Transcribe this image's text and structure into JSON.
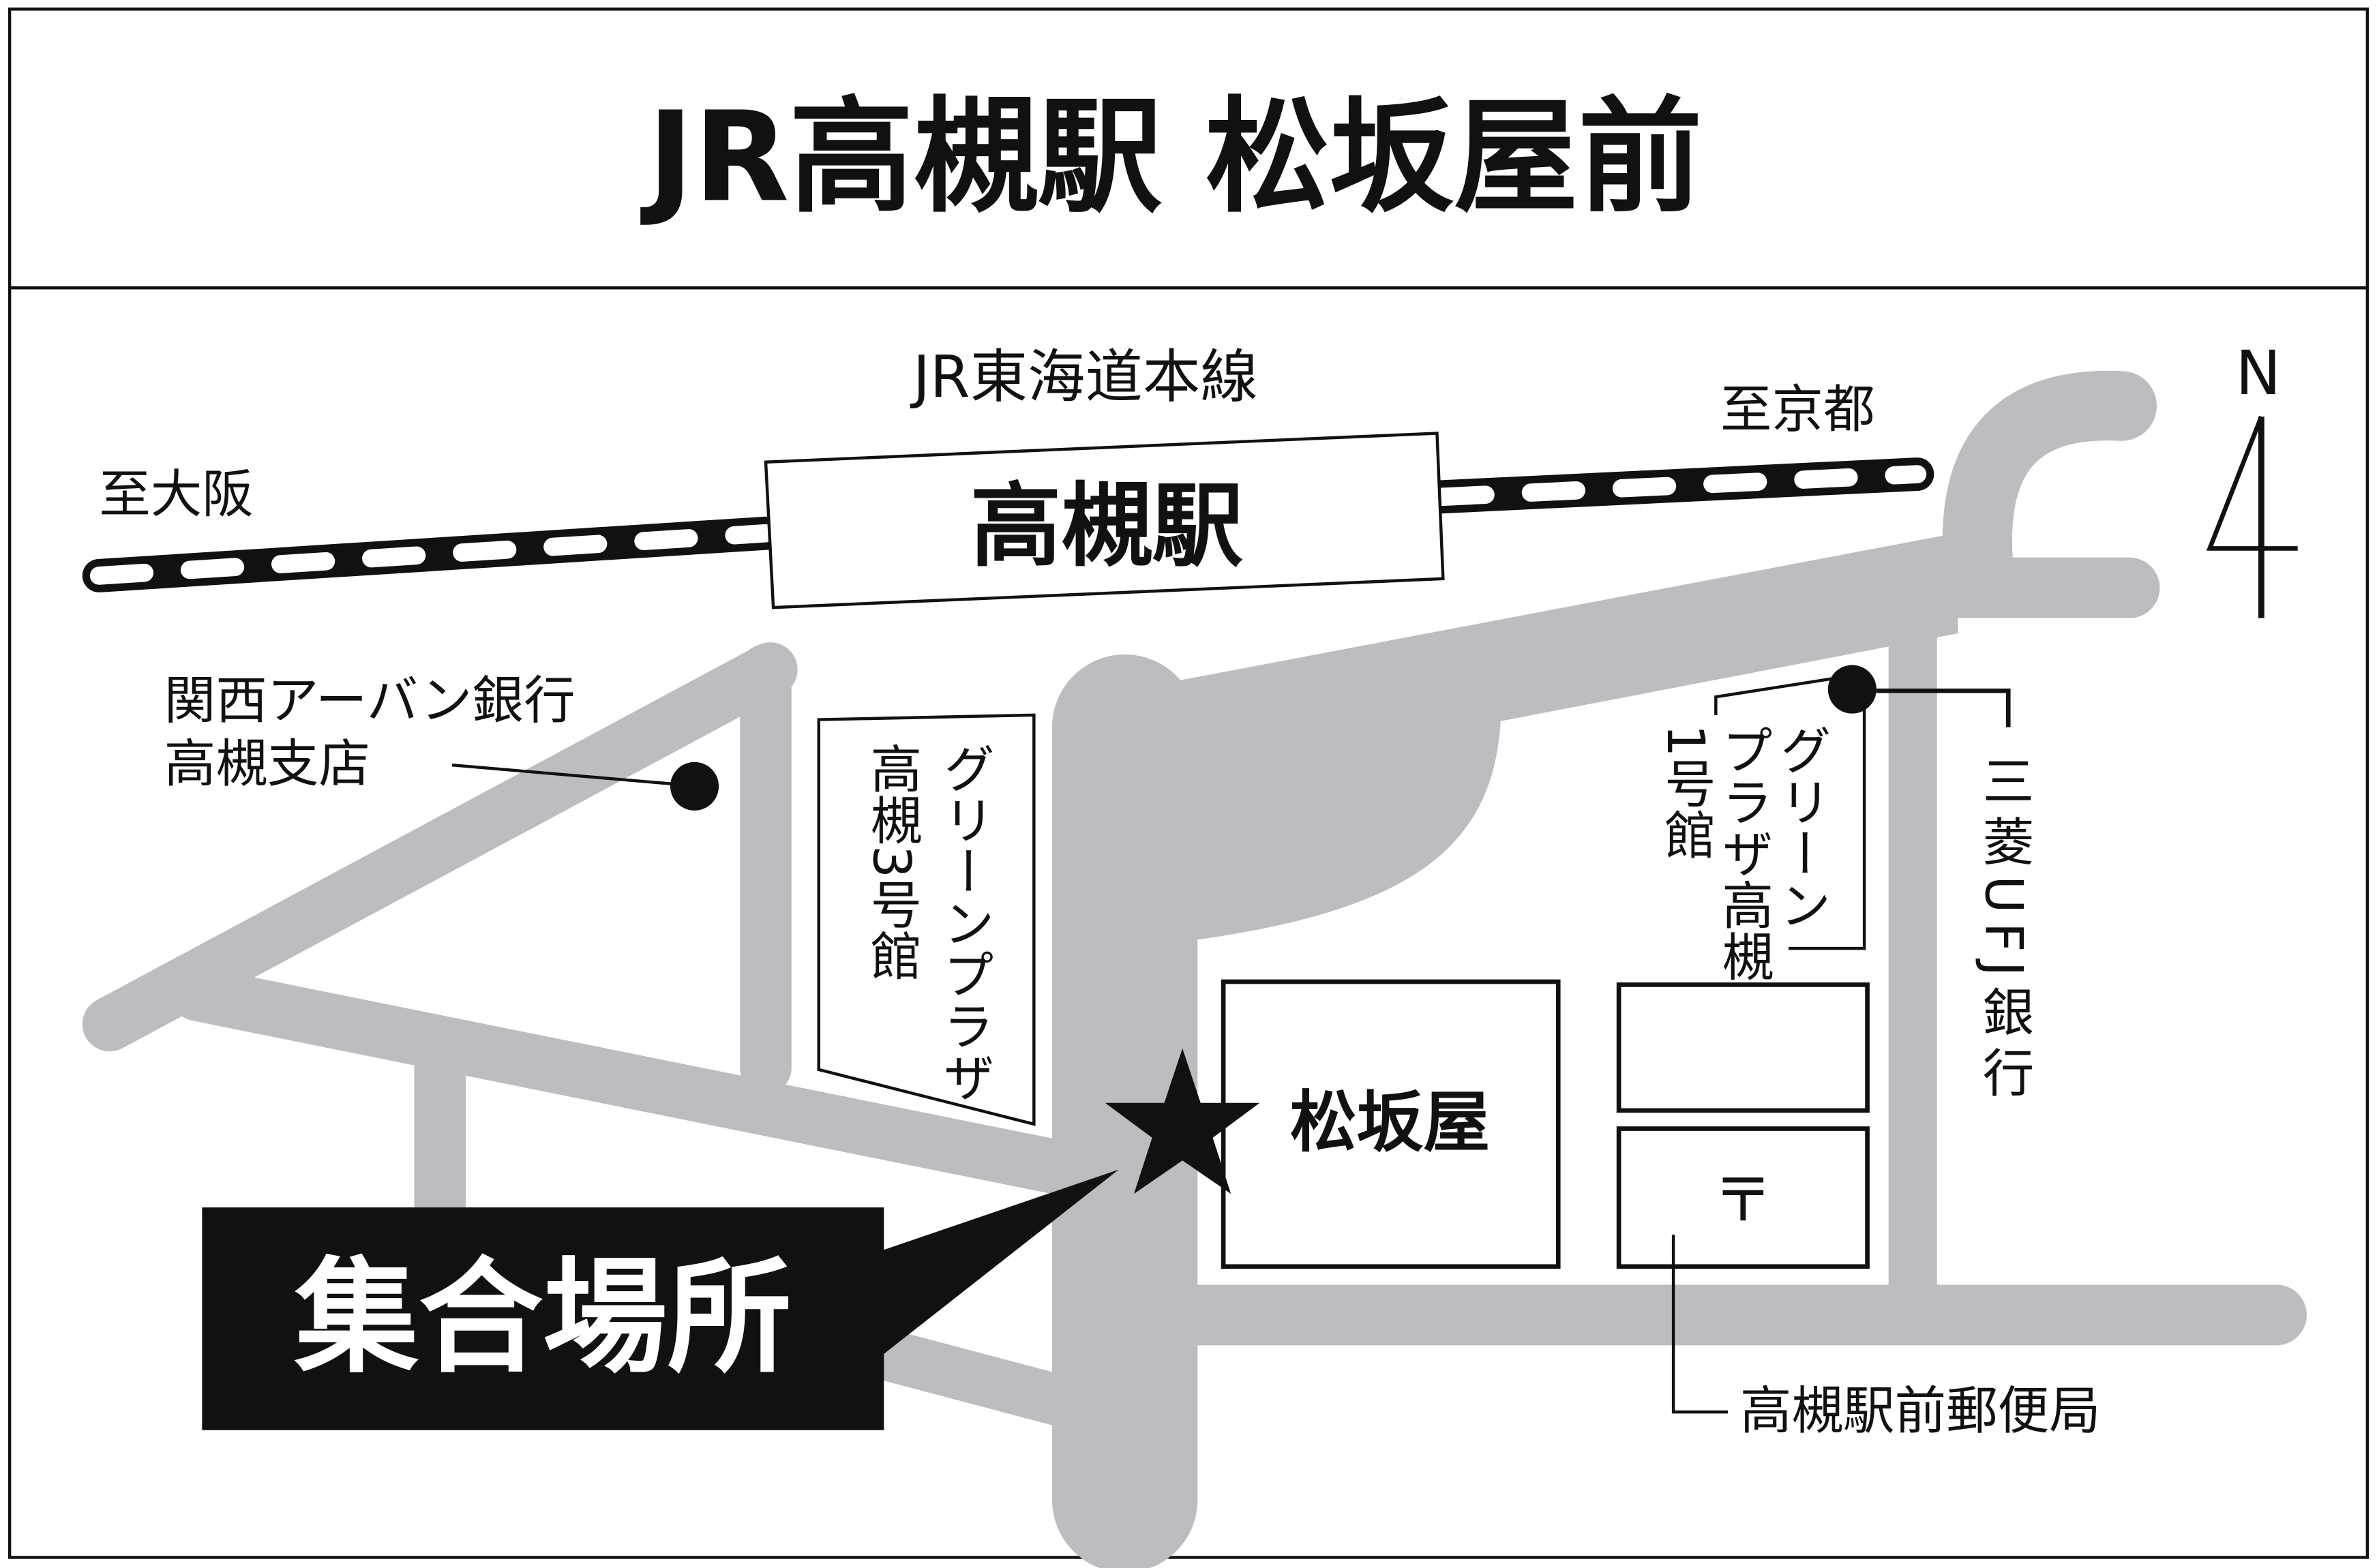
{
  "title": "JR高槻駅 松坂屋前",
  "map": {
    "railway_name": "JR東海道本線",
    "station": "高槻駅",
    "to_osaka": "至大阪",
    "to_kyoto": "至京都",
    "north_label": "N",
    "meeting_point": "集合場所",
    "landmarks": {
      "kansai_urban_bank": [
        "関西アーバン銀行",
        "高槻支店"
      ],
      "green_plaza_3": [
        "グリーンプラザ",
        "高槻3号館"
      ],
      "green_plaza_1": [
        "グリーン",
        "プラザ高槻",
        "1号館"
      ],
      "mufg_bank": "三菱UFJ銀行",
      "matsuzakaya": "松坂屋",
      "post_office_mark": "〒",
      "post_office": "高槻駅前郵便局"
    },
    "colors": {
      "road": "#bcbdc0",
      "ink": "#111111",
      "background": "#ffffff"
    }
  }
}
